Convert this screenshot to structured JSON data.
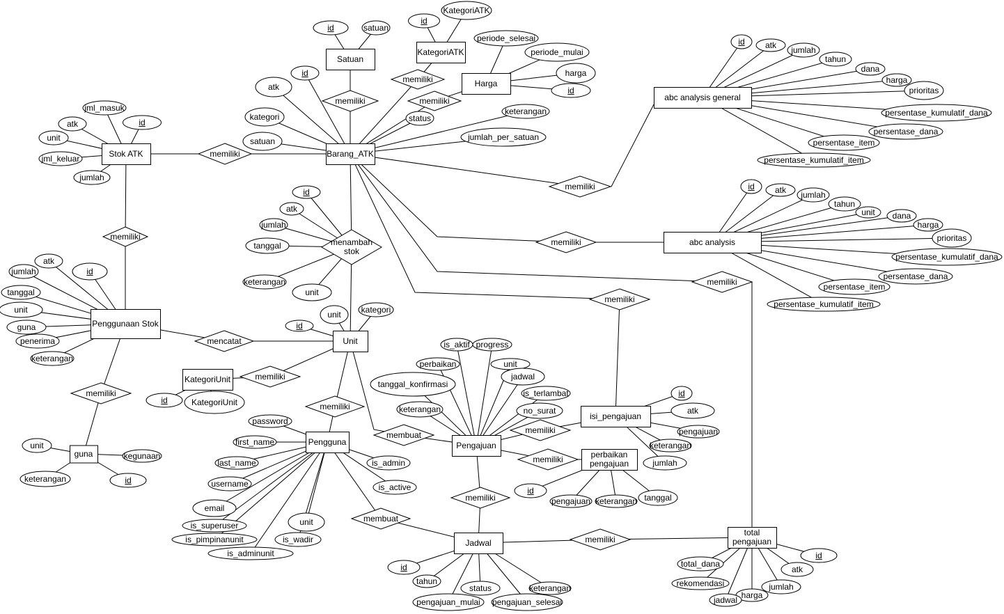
{
  "entities": {
    "satuan": "Satuan",
    "katatk": "KategoriATK",
    "harga": "Harga",
    "barang": "Barang_ATK",
    "stok": "Stok ATK",
    "abcg": "abc analysis general",
    "abc": "abc analysis",
    "pengg": "Penggunaan Stok",
    "unit": "Unit",
    "katunit": "KategoriUnit",
    "pengguna": "Pengguna",
    "guna": "guna",
    "pengajuan": "Pengajuan",
    "isi": "isi_pengajuan",
    "perb": "perbaikan pengajuan",
    "jadwal": "Jadwal",
    "total": "total pengajuan"
  },
  "relationships": {
    "r1": "memiliki",
    "r2": "memiliki",
    "r3": "memiliki",
    "r4": "memiliki",
    "r5": "memiliki",
    "r6": "menambah stok",
    "r7": "memiliki",
    "r8": "memiliki",
    "r9": "memiliki",
    "r10": "memiliki",
    "r11": "mencatat",
    "r12": "memiliki",
    "r13": "memiliki",
    "r14": "memiliki",
    "r15": "membuat",
    "r16": "memiliki",
    "r17": "memiliki",
    "r18": "memiliki",
    "r19": "membuat",
    "r20": "memiliki"
  },
  "attributes": {
    "satuan_id": {
      "label": "id",
      "key": true
    },
    "satuan_satuan": {
      "label": "satuan",
      "key": false
    },
    "katatk_id": {
      "label": "id",
      "key": true
    },
    "katatk_nama": {
      "label": "KategoriATK",
      "key": false
    },
    "harga_ps": {
      "label": "periode_selesai",
      "key": false
    },
    "harga_pm": {
      "label": "periode_mulai",
      "key": false
    },
    "harga_harga": {
      "label": "harga",
      "key": false
    },
    "harga_id": {
      "label": "id",
      "key": true
    },
    "barang_id": {
      "label": "id",
      "key": true
    },
    "barang_atk": {
      "label": "atk",
      "key": false
    },
    "barang_kategori": {
      "label": "kategori",
      "key": false
    },
    "barang_satuan": {
      "label": "satuan",
      "key": false
    },
    "barang_status": {
      "label": "status",
      "key": false
    },
    "barang_ket": {
      "label": "keterangan",
      "key": false
    },
    "barang_jps": {
      "label": "jumlah_per_satuan",
      "key": false
    },
    "stok_jm": {
      "label": "jml_masuk",
      "key": false
    },
    "stok_atk": {
      "label": "atk",
      "key": false
    },
    "stok_id": {
      "label": "id",
      "key": true
    },
    "stok_unit": {
      "label": "unit",
      "key": false
    },
    "stok_jk": {
      "label": "jml_keluar",
      "key": false
    },
    "stok_jumlah": {
      "label": "jumlah",
      "key": false
    },
    "abcg_id": {
      "label": "id",
      "key": true
    },
    "abcg_atk": {
      "label": "atk",
      "key": false
    },
    "abcg_jumlah": {
      "label": "jumlah",
      "key": false
    },
    "abcg_tahun": {
      "label": "tahun",
      "key": false
    },
    "abcg_dana": {
      "label": "dana",
      "key": false
    },
    "abcg_harga": {
      "label": "harga",
      "key": false
    },
    "abcg_prio": {
      "label": "prioritas",
      "key": false
    },
    "abcg_pkd": {
      "label": "persentase_kumulatif_dana",
      "key": false
    },
    "abcg_pd": {
      "label": "persentase_dana",
      "key": false
    },
    "abcg_pi": {
      "label": "persentase_item",
      "key": false
    },
    "abcg_pki": {
      "label": "persentase_kumulatif_item",
      "key": false
    },
    "abc_id": {
      "label": "id",
      "key": true
    },
    "abc_atk": {
      "label": "atk",
      "key": false
    },
    "abc_jumlah": {
      "label": "jumlah",
      "key": false
    },
    "abc_tahun": {
      "label": "tahun",
      "key": false
    },
    "abc_unit": {
      "label": "unit",
      "key": false
    },
    "abc_dana": {
      "label": "dana",
      "key": false
    },
    "abc_harga": {
      "label": "harga",
      "key": false
    },
    "abc_prio": {
      "label": "prioritas",
      "key": false
    },
    "abc_pkd": {
      "label": "persentase_kumulatif_dana",
      "key": false
    },
    "abc_pd": {
      "label": "persentase_dana",
      "key": false
    },
    "abc_pi": {
      "label": "persentase_item",
      "key": false
    },
    "abc_pki": {
      "label": "persentase_kumulatif_item",
      "key": false
    },
    "ms_id": {
      "label": "id",
      "key": true
    },
    "ms_atk": {
      "label": "atk",
      "key": false
    },
    "ms_jumlah": {
      "label": "jumlah",
      "key": false
    },
    "ms_tanggal": {
      "label": "tanggal",
      "key": false
    },
    "ms_ket": {
      "label": "keterangan",
      "key": false
    },
    "ms_unit": {
      "label": "unit",
      "key": false
    },
    "pengg_atk": {
      "label": "atk",
      "key": false
    },
    "pengg_id": {
      "label": "id",
      "key": true
    },
    "pengg_jumlah": {
      "label": "jumlah",
      "key": false
    },
    "pengg_tanggal": {
      "label": "tanggal",
      "key": false
    },
    "pengg_unit": {
      "label": "unit",
      "key": false
    },
    "pengg_guna": {
      "label": "guna",
      "key": false
    },
    "pengg_penerima": {
      "label": "penerima",
      "key": false
    },
    "pengg_ket": {
      "label": "keterangan",
      "key": false
    },
    "unit_unit": {
      "label": "unit",
      "key": false
    },
    "unit_kategori": {
      "label": "kategori",
      "key": false
    },
    "unit_id": {
      "label": "id",
      "key": true
    },
    "katunit_id": {
      "label": "id",
      "key": true
    },
    "katunit_nama": {
      "label": "KategoriUnit",
      "key": false
    },
    "guna_unit": {
      "label": "unit",
      "key": false
    },
    "guna_keg": {
      "label": "kegunaan",
      "key": false
    },
    "guna_ket": {
      "label": "keterangan",
      "key": false
    },
    "guna_id": {
      "label": "id",
      "key": true
    },
    "pu_password": {
      "label": "password",
      "key": false
    },
    "pu_first": {
      "label": "first_name",
      "key": false
    },
    "pu_last": {
      "label": "last_name",
      "key": false
    },
    "pu_username": {
      "label": "username",
      "key": false
    },
    "pu_email": {
      "label": "email",
      "key": false
    },
    "pu_super": {
      "label": "is_superuser",
      "key": false
    },
    "pu_pimp": {
      "label": "is_pimpinanunit",
      "key": false
    },
    "pu_adminunit": {
      "label": "is_adminunit",
      "key": false
    },
    "pu_unit": {
      "label": "unit",
      "key": false
    },
    "pu_wadir": {
      "label": "is_wadir",
      "key": false
    },
    "pu_admin": {
      "label": "is_admin",
      "key": false
    },
    "pu_active": {
      "label": "is_active",
      "key": false
    },
    "pj_aktif": {
      "label": "is_aktif",
      "key": false
    },
    "pj_progress": {
      "label": "progress",
      "key": false
    },
    "pj_perbaikan": {
      "label": "perbaikan",
      "key": false
    },
    "pj_unit": {
      "label": "unit",
      "key": false
    },
    "pj_tk": {
      "label": "tanggal_konfirmasi",
      "key": false
    },
    "pj_jadwal": {
      "label": "jadwal",
      "key": false
    },
    "pj_ket": {
      "label": "keterangan",
      "key": false
    },
    "pj_terlambat": {
      "label": "is_terlambat",
      "key": false
    },
    "pj_nosurat": {
      "label": "no_surat",
      "key": false
    },
    "isi_id": {
      "label": "id",
      "key": true
    },
    "isi_atk": {
      "label": "atk",
      "key": false
    },
    "isi_pengajuan": {
      "label": "pengajuan",
      "key": false
    },
    "isi_ket": {
      "label": "keterangan",
      "key": false
    },
    "isi_jumlah": {
      "label": "jumlah",
      "key": false
    },
    "perb_id": {
      "label": "id",
      "key": true
    },
    "perb_pengajuan": {
      "label": "pengajuan",
      "key": false
    },
    "perb_ket": {
      "label": "keterangan",
      "key": false
    },
    "perb_tanggal": {
      "label": "tanggal",
      "key": false
    },
    "jd_id": {
      "label": "id",
      "key": true
    },
    "jd_tahun": {
      "label": "tahun",
      "key": false
    },
    "jd_status": {
      "label": "status",
      "key": false
    },
    "jd_ket": {
      "label": "keterangan",
      "key": false
    },
    "jd_mulai": {
      "label": "pengajuan_mulai",
      "key": false
    },
    "jd_selesai": {
      "label": "pengajuan_selesai",
      "key": false
    },
    "tp_id": {
      "label": "id",
      "key": true
    },
    "tp_atk": {
      "label": "atk",
      "key": false
    },
    "tp_dana": {
      "label": "total_dana",
      "key": false
    },
    "tp_jumlah": {
      "label": "jumlah",
      "key": false
    },
    "tp_rek": {
      "label": "rekomendasi",
      "key": false
    },
    "tp_harga": {
      "label": "harga",
      "key": false
    },
    "tp_jadwal": {
      "label": "jadwal",
      "key": false
    }
  }
}
